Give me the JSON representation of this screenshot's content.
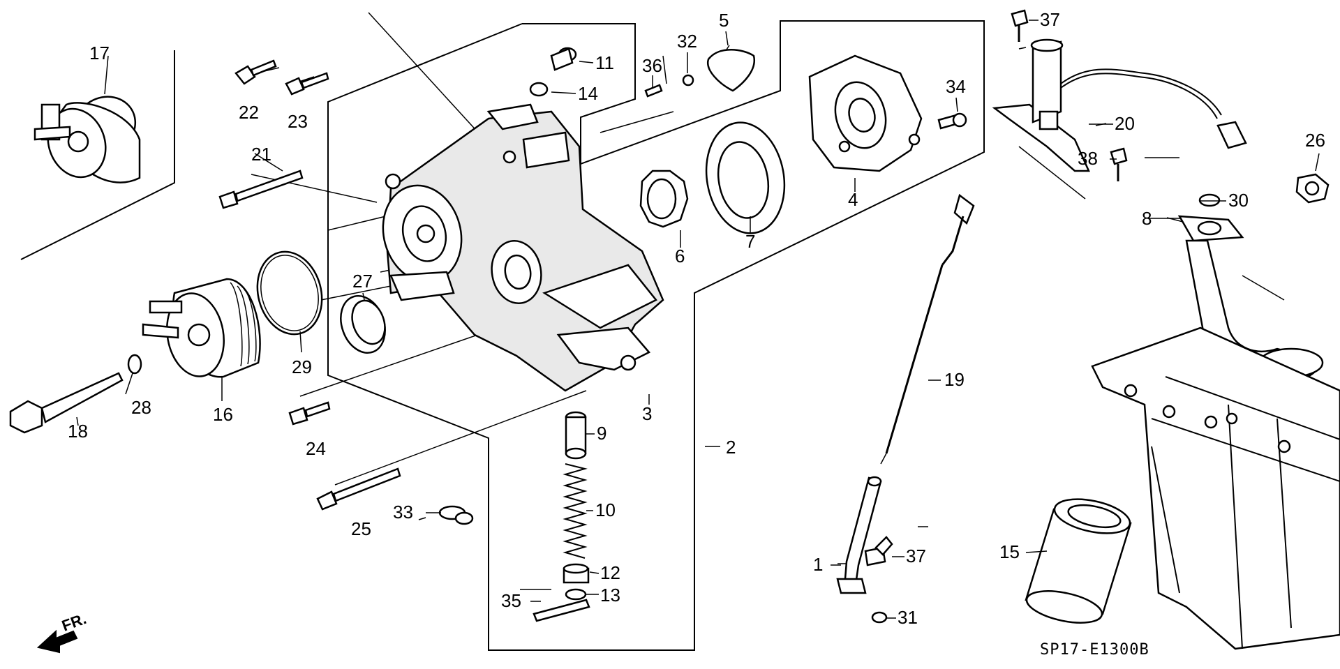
{
  "diagram": {
    "callouts": [
      "1",
      "2",
      "3",
      "4",
      "5",
      "6",
      "7",
      "8",
      "9",
      "10",
      "11",
      "12",
      "13",
      "14",
      "15",
      "16",
      "17",
      "18",
      "19",
      "20",
      "21",
      "22",
      "23",
      "24",
      "25",
      "26",
      "27",
      "28",
      "29",
      "30",
      "31",
      "32",
      "33",
      "34",
      "35",
      "36",
      "37",
      "37",
      "38"
    ],
    "direction_label": "FR.",
    "drawing_code": "SP17-E1300B"
  }
}
